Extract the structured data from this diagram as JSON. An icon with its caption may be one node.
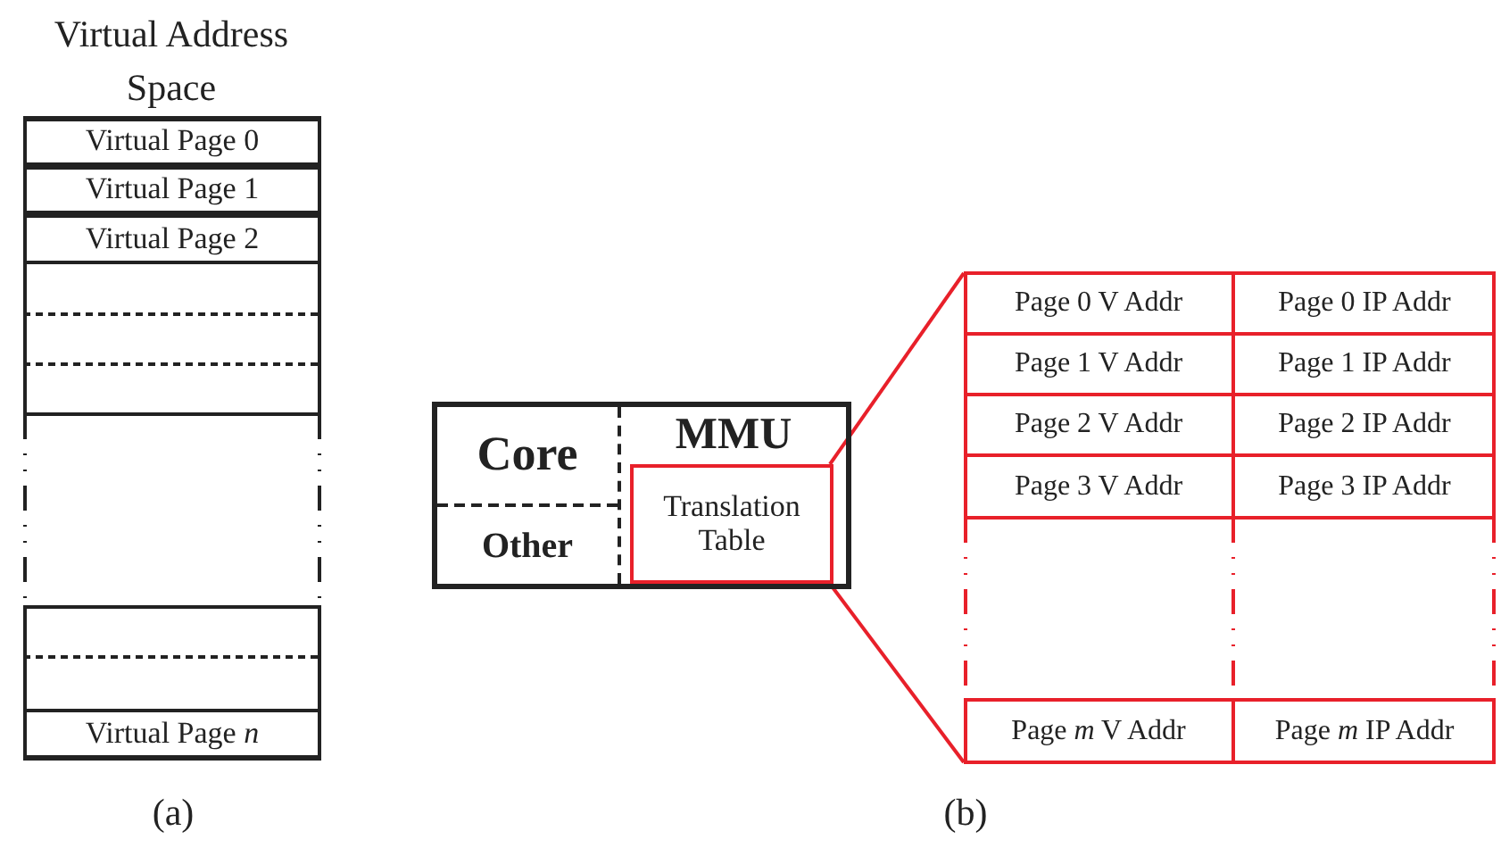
{
  "diagram": {
    "nodes": [
      {
        "text": [
          "Virtual Address Space"
        ]
      },
      {
        "text": [
          "Virtual Page 0"
        ],
        "in": 0
      },
      {
        "text": [
          "Virtual Page 1"
        ],
        "in": 0
      },
      {
        "text": [
          "Virtual Page 2"
        ],
        "in": 0
      },
      {
        "text": [
          "Virtual Page *n*"
        ],
        "in": 0
      },
      {
        "text": [],
        "shape": "box"
      },
      {
        "text": [
          "Core"
        ],
        "in": 5
      },
      {
        "text": [
          "Other"
        ],
        "in": 5
      },
      {
        "text": [
          "MMU"
        ],
        "in": 5
      },
      {
        "text": [
          "Translation Table"
        ],
        "in": 8
      },
      {
        "text": [],
        "shape": "box"
      },
      {
        "text": [
          "Page 0 V Addr"
        ],
        "in": 10
      },
      {
        "text": [
          "Page 0 IP Addr"
        ],
        "in": 10
      },
      {
        "text": [
          "Page 1 V Addr"
        ],
        "in": 10
      },
      {
        "text": [
          "Page 1 IP Addr"
        ],
        "in": 10
      },
      {
        "text": [
          "Page 2 V Addr"
        ],
        "in": 10
      },
      {
        "text": [
          "Page 2 IP Addr"
        ],
        "in": 10
      },
      {
        "text": [
          "Page 3 V Addr"
        ],
        "in": 10
      },
      {
        "text": [
          "Page 3 IP Addr"
        ],
        "in": 10
      },
      {
        "text": [
          "Page *m* V Addr"
        ],
        "in": 10
      },
      {
        "text": [
          "Page *m* IP Addr"
        ],
        "in": 10
      }
    ],
    "edges": [
      {
        "from": 9,
        "to": 10,
        "arrow": "none",
        "color": "#e8202a"
      },
      {
        "from": 9,
        "to": 10,
        "arrow": "none",
        "color": "#e8202a"
      }
    ],
    "labels": [
      "(a)",
      "(b)"
    ]
  }
}
